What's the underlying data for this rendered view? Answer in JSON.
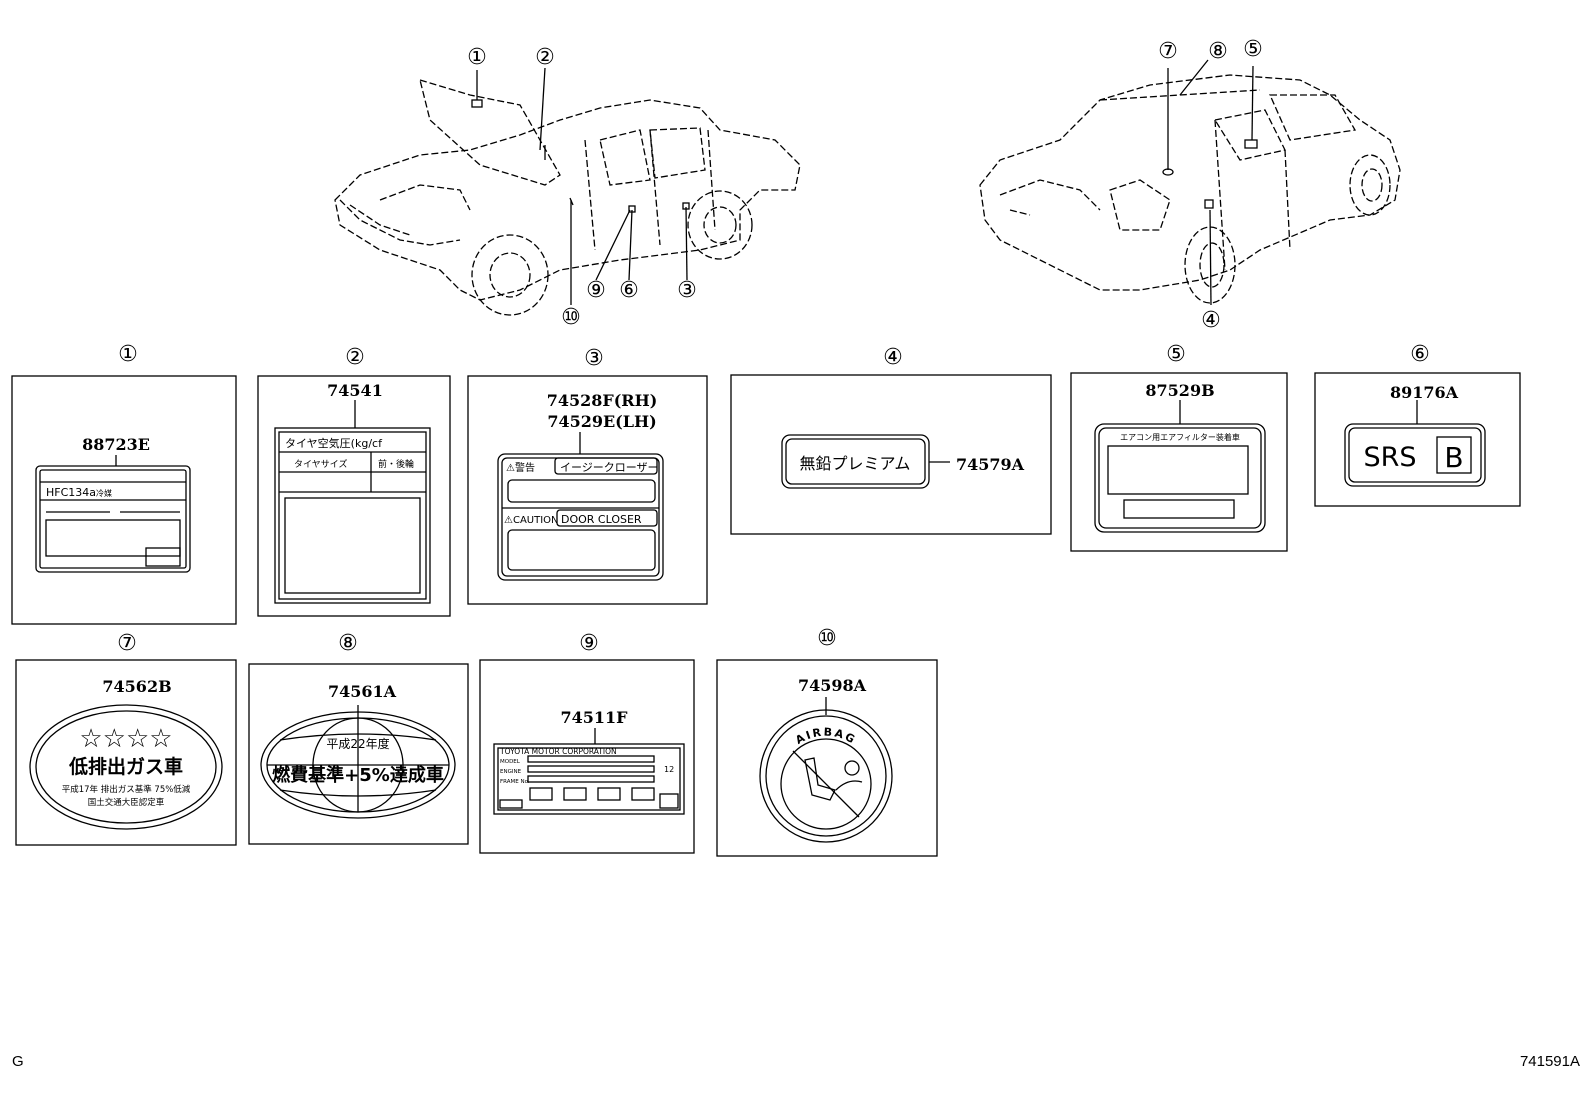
{
  "callouts": [
    "①",
    "②",
    "③",
    "④",
    "⑤",
    "⑥",
    "⑦",
    "⑧",
    "⑨",
    "⑩"
  ],
  "labels": {
    "l1": {
      "part": "88723E",
      "line1": "HFC134a",
      "line1b": "冷媒"
    },
    "l2": {
      "part": "74541",
      "header": "タイヤ空気圧(kg/cf",
      "col1": "タイヤサイズ",
      "col2": "前・後輪"
    },
    "l3": {
      "part_rh": "74528F(RH)",
      "part_lh": "74529E(LH)",
      "warn": "⚠警告",
      "warn_text": "イージークローザー",
      "caution": "⚠CAUTION",
      "caution_text": "DOOR  CLOSER"
    },
    "l4": {
      "part": "74579A",
      "text": "無鉛プレミアム"
    },
    "l5": {
      "part": "87529B",
      "header": "エアコン用エアフィルター装着車"
    },
    "l6": {
      "part": "89176A",
      "text": "SRS",
      "box": "B"
    },
    "l7": {
      "part": "74562B",
      "stars": "☆☆☆☆",
      "main": "低排出ガス車",
      "sub1": "平成17年 排出ガス基準 75%低減",
      "sub2": "国土交通大臣認定車"
    },
    "l8": {
      "part": "74561A",
      "top": "平成22年度",
      "main": "燃費基準+5%達成車"
    },
    "l9": {
      "part": "74511F",
      "header": "TOYOTA MOTOR CORPORATION",
      "row1": "MODEL",
      "row2": "ENGINE",
      "row3": "FRAME No.",
      "num": "12"
    },
    "l10": {
      "part": "74598A",
      "ring": "AIRBAG"
    }
  },
  "footer": {
    "left": "G",
    "right": "741591A"
  }
}
